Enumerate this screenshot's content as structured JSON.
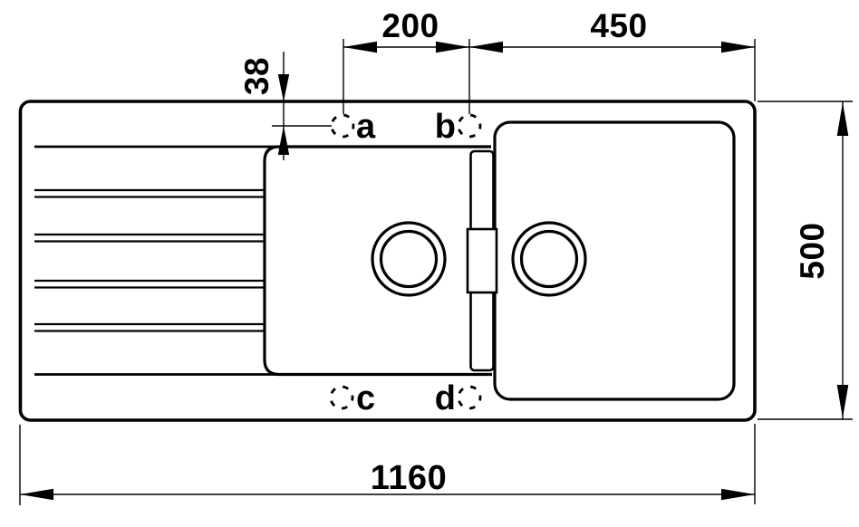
{
  "drawing": {
    "line_color": "#000000",
    "background_color": "#ffffff"
  },
  "dimensions": {
    "tap_hole_spacing": "200",
    "main_bowl_width": "450",
    "tap_hole_edge_offset": "38",
    "overall_depth": "500",
    "overall_length": "1160"
  },
  "tap_holes": [
    {
      "label": "a"
    },
    {
      "label": "b"
    },
    {
      "label": "c"
    },
    {
      "label": "d"
    }
  ]
}
